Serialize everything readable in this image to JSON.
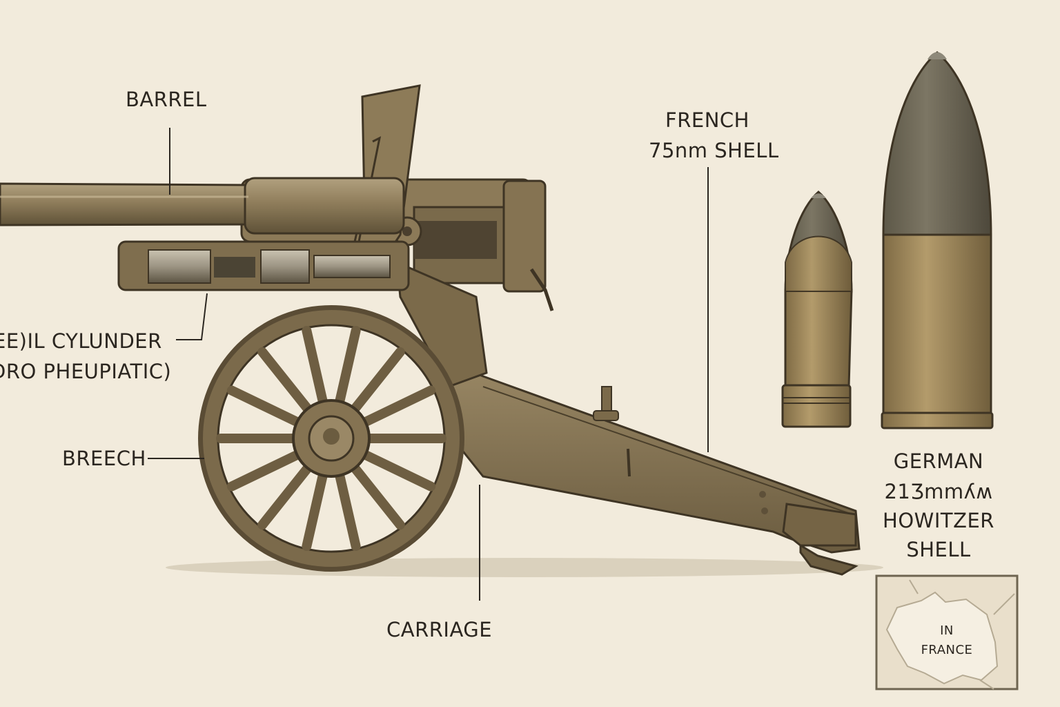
{
  "labels": {
    "barrel": "BARREL",
    "recoil_line1": "EE)IL CYLUNDER",
    "recoil_line2": "DRO PHEUPIATIC)",
    "breech": "BREECH",
    "carriage": "CARRIAGE",
    "french_line1": "FRENCH",
    "french_line2": "75nm SHELL",
    "german_line1": "GERMAN",
    "german_line2": "21Ʒmmʎʍ",
    "german_line3": "HOWITZER",
    "german_line4": "SHELL"
  },
  "inset_map": {
    "line1": "IN",
    "line2": "FRANCE"
  },
  "colors": {
    "background": "#f2ebdc",
    "bronze": "#8a7858",
    "bronze_dark": "#5e5039",
    "ink": "#2b2620",
    "shell_tip": "#6f6a5c",
    "shell_brass": "#a38b5f"
  }
}
